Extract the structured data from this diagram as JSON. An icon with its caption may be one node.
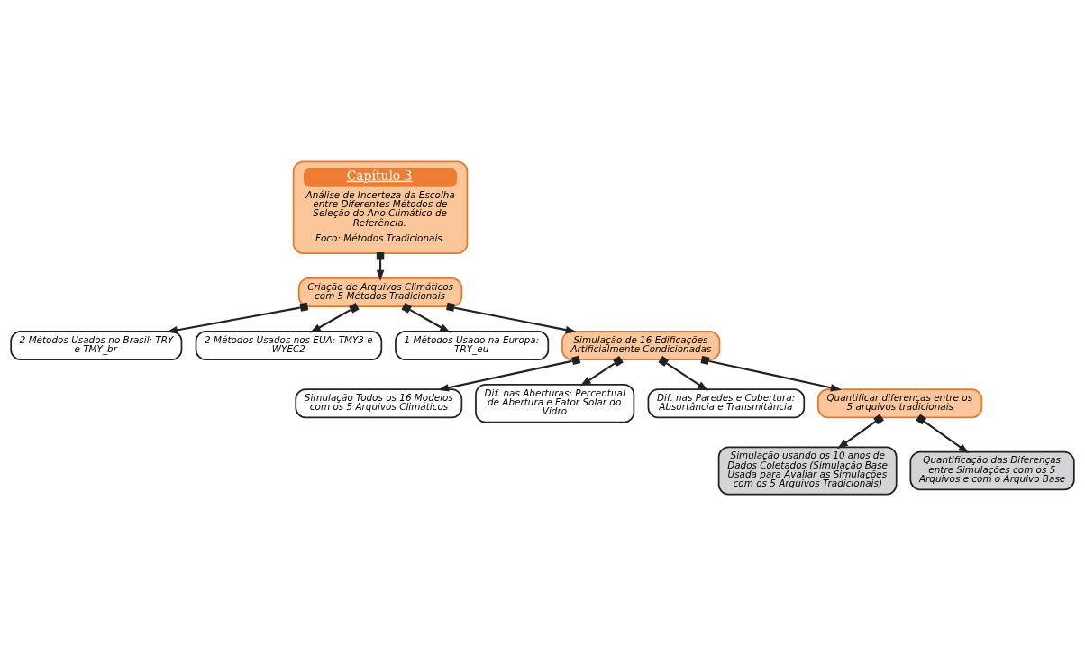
{
  "diagram": {
    "nodes": [
      {
        "text": [
          "Capítulo 3",
          "Análise de Incerteza da Escolha entre Diferentes Métodos de Seleção do Ano Climático de Referência.",
          "Foco: Métodos Tradicionais."
        ]
      },
      {
        "text": [
          "Criação de Arquivos Climáticos com 5 Métodos Tradicionais"
        ]
      },
      {
        "text": [
          "2 Métodos Usados no Brasil: TRY e TMY_br"
        ]
      },
      {
        "text": [
          "2 Métodos Usados nos EUA: TMY3 e WYEC2"
        ]
      },
      {
        "text": [
          "1 Métodos Usado na Europa: TRY_eu"
        ]
      },
      {
        "text": [
          "Simulação Todos os 16 Modelos com os 5 Arquivos Climáticos"
        ]
      },
      {
        "text": [
          "Dif. nas Aberturas: Percentual de Abertura e Fator Solar do Vidro"
        ]
      },
      {
        "text": [
          "Dif. nas Paredes e Cobertura: Absortância e Transmitância"
        ]
      },
      {
        "text": [
          "Simulação de 16 Edificações Artificialmente Condicionadas"
        ]
      },
      {
        "text": [
          "Quantificar diferenças entre os 5 arquivos tradicionais"
        ]
      },
      {
        "text": [
          "Simulação usando os 10 anos de Dados Coletados (Simulação Base Usada para Avaliar as Simulações com os 5 Arquivos Tradicionais)"
        ]
      },
      {
        "text": [
          "Quantificação das Diferenças entre Simulações com os 5 Arquivos e com o Arquivo Base"
        ]
      }
    ],
    "edges": [
      {
        "from": 0,
        "to": 1,
        "arrow": "to"
      },
      {
        "from": 1,
        "to": 2,
        "arrow": "to"
      },
      {
        "from": 1,
        "to": 3,
        "arrow": "to"
      },
      {
        "from": 1,
        "to": 4,
        "arrow": "to"
      },
      {
        "from": 1,
        "to": 8,
        "arrow": "to"
      },
      {
        "from": 8,
        "to": 5,
        "arrow": "to"
      },
      {
        "from": 8,
        "to": 6,
        "arrow": "to"
      },
      {
        "from": 8,
        "to": 7,
        "arrow": "to"
      },
      {
        "from": 8,
        "to": 9,
        "arrow": "to"
      },
      {
        "from": 9,
        "to": 10,
        "arrow": "to"
      },
      {
        "from": 9,
        "to": 11,
        "arrow": "to"
      }
    ]
  }
}
